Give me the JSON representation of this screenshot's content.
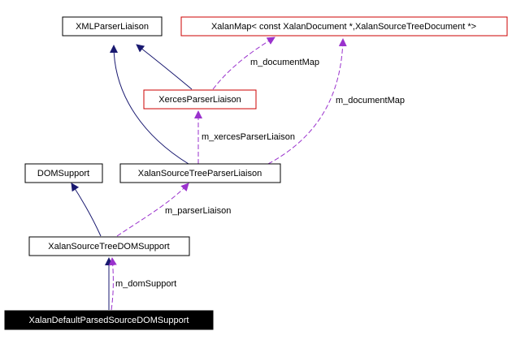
{
  "diagram": {
    "nodes": {
      "xml_parser_liaison": "XMLParserLiaison",
      "xalan_map": "XalanMap< const XalanDocument *,XalanSourceTreeDocument *>",
      "xerces_parser_liaison": "XercesParserLiaison",
      "dom_support": "DOMSupport",
      "xalan_source_tree_parser_liaison": "XalanSourceTreeParserLiaison",
      "xalan_source_tree_dom_support": "XalanSourceTreeDOMSupport",
      "xalan_default_parsed_source_dom_support": "XalanDefaultParsedSourceDOMSupport"
    },
    "edge_labels": {
      "document_map_left": "m_documentMap",
      "document_map_right": "m_documentMap",
      "xerces_parser_liaison": "m_xercesParserLiaison",
      "parser_liaison": "m_parserLiaison",
      "dom_support": "m_domSupport"
    },
    "colors": {
      "inheritance": "#191970",
      "usage": "#9a32cd",
      "highlight_border": "#cc0000",
      "focus_fill": "#000000"
    }
  }
}
